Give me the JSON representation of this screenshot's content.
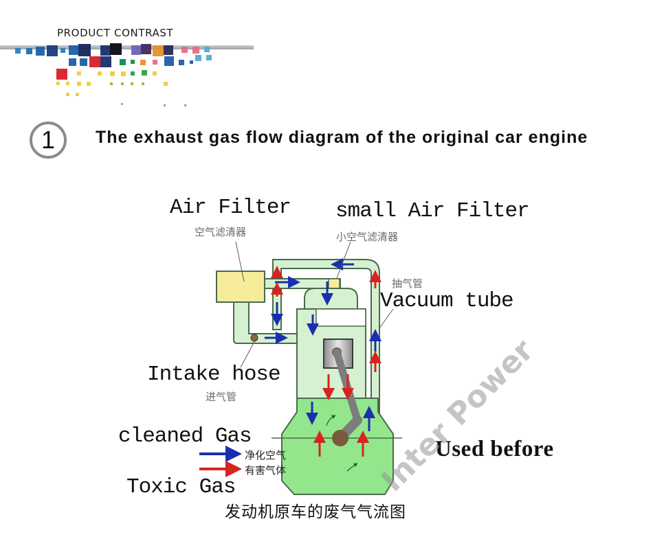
{
  "header": {
    "title": "PRODUCT CONTRAST"
  },
  "section": {
    "number": "1",
    "title": "The exhaust gas flow diagram of the original car engine"
  },
  "diagram": {
    "labels": {
      "air_filter_en": "Air Filter",
      "air_filter_cn": "空气滤清器",
      "small_air_filter_en": "small Air Filter",
      "small_air_filter_cn": "小空气滤清器",
      "vacuum_tube_cn": "抽气管",
      "vacuum_tube_en": "Vacuum tube",
      "intake_hose_en": "Intake hose",
      "intake_hose_cn": "进气管",
      "cleaned_gas_en": "cleaned Gas",
      "cleaned_gas_cn": "净化空气",
      "toxic_gas_cn": "有害气体",
      "toxic_gas_en": "Toxic Gas"
    },
    "caption_cn": "发动机原车的废气气流图",
    "status_label": "Used before",
    "watermark": "Inter Power",
    "colors": {
      "pipe_fill": "#d6f0d2",
      "crankcase_fill": "#93e68c",
      "air_filter_fill": "#f6ec9a",
      "outline": "#4a6a4a",
      "clean_arrow": "#1a2fb0",
      "toxic_arrow": "#d8231f",
      "piston": "#8e8e8e",
      "crank": "#7a5a3a"
    }
  }
}
